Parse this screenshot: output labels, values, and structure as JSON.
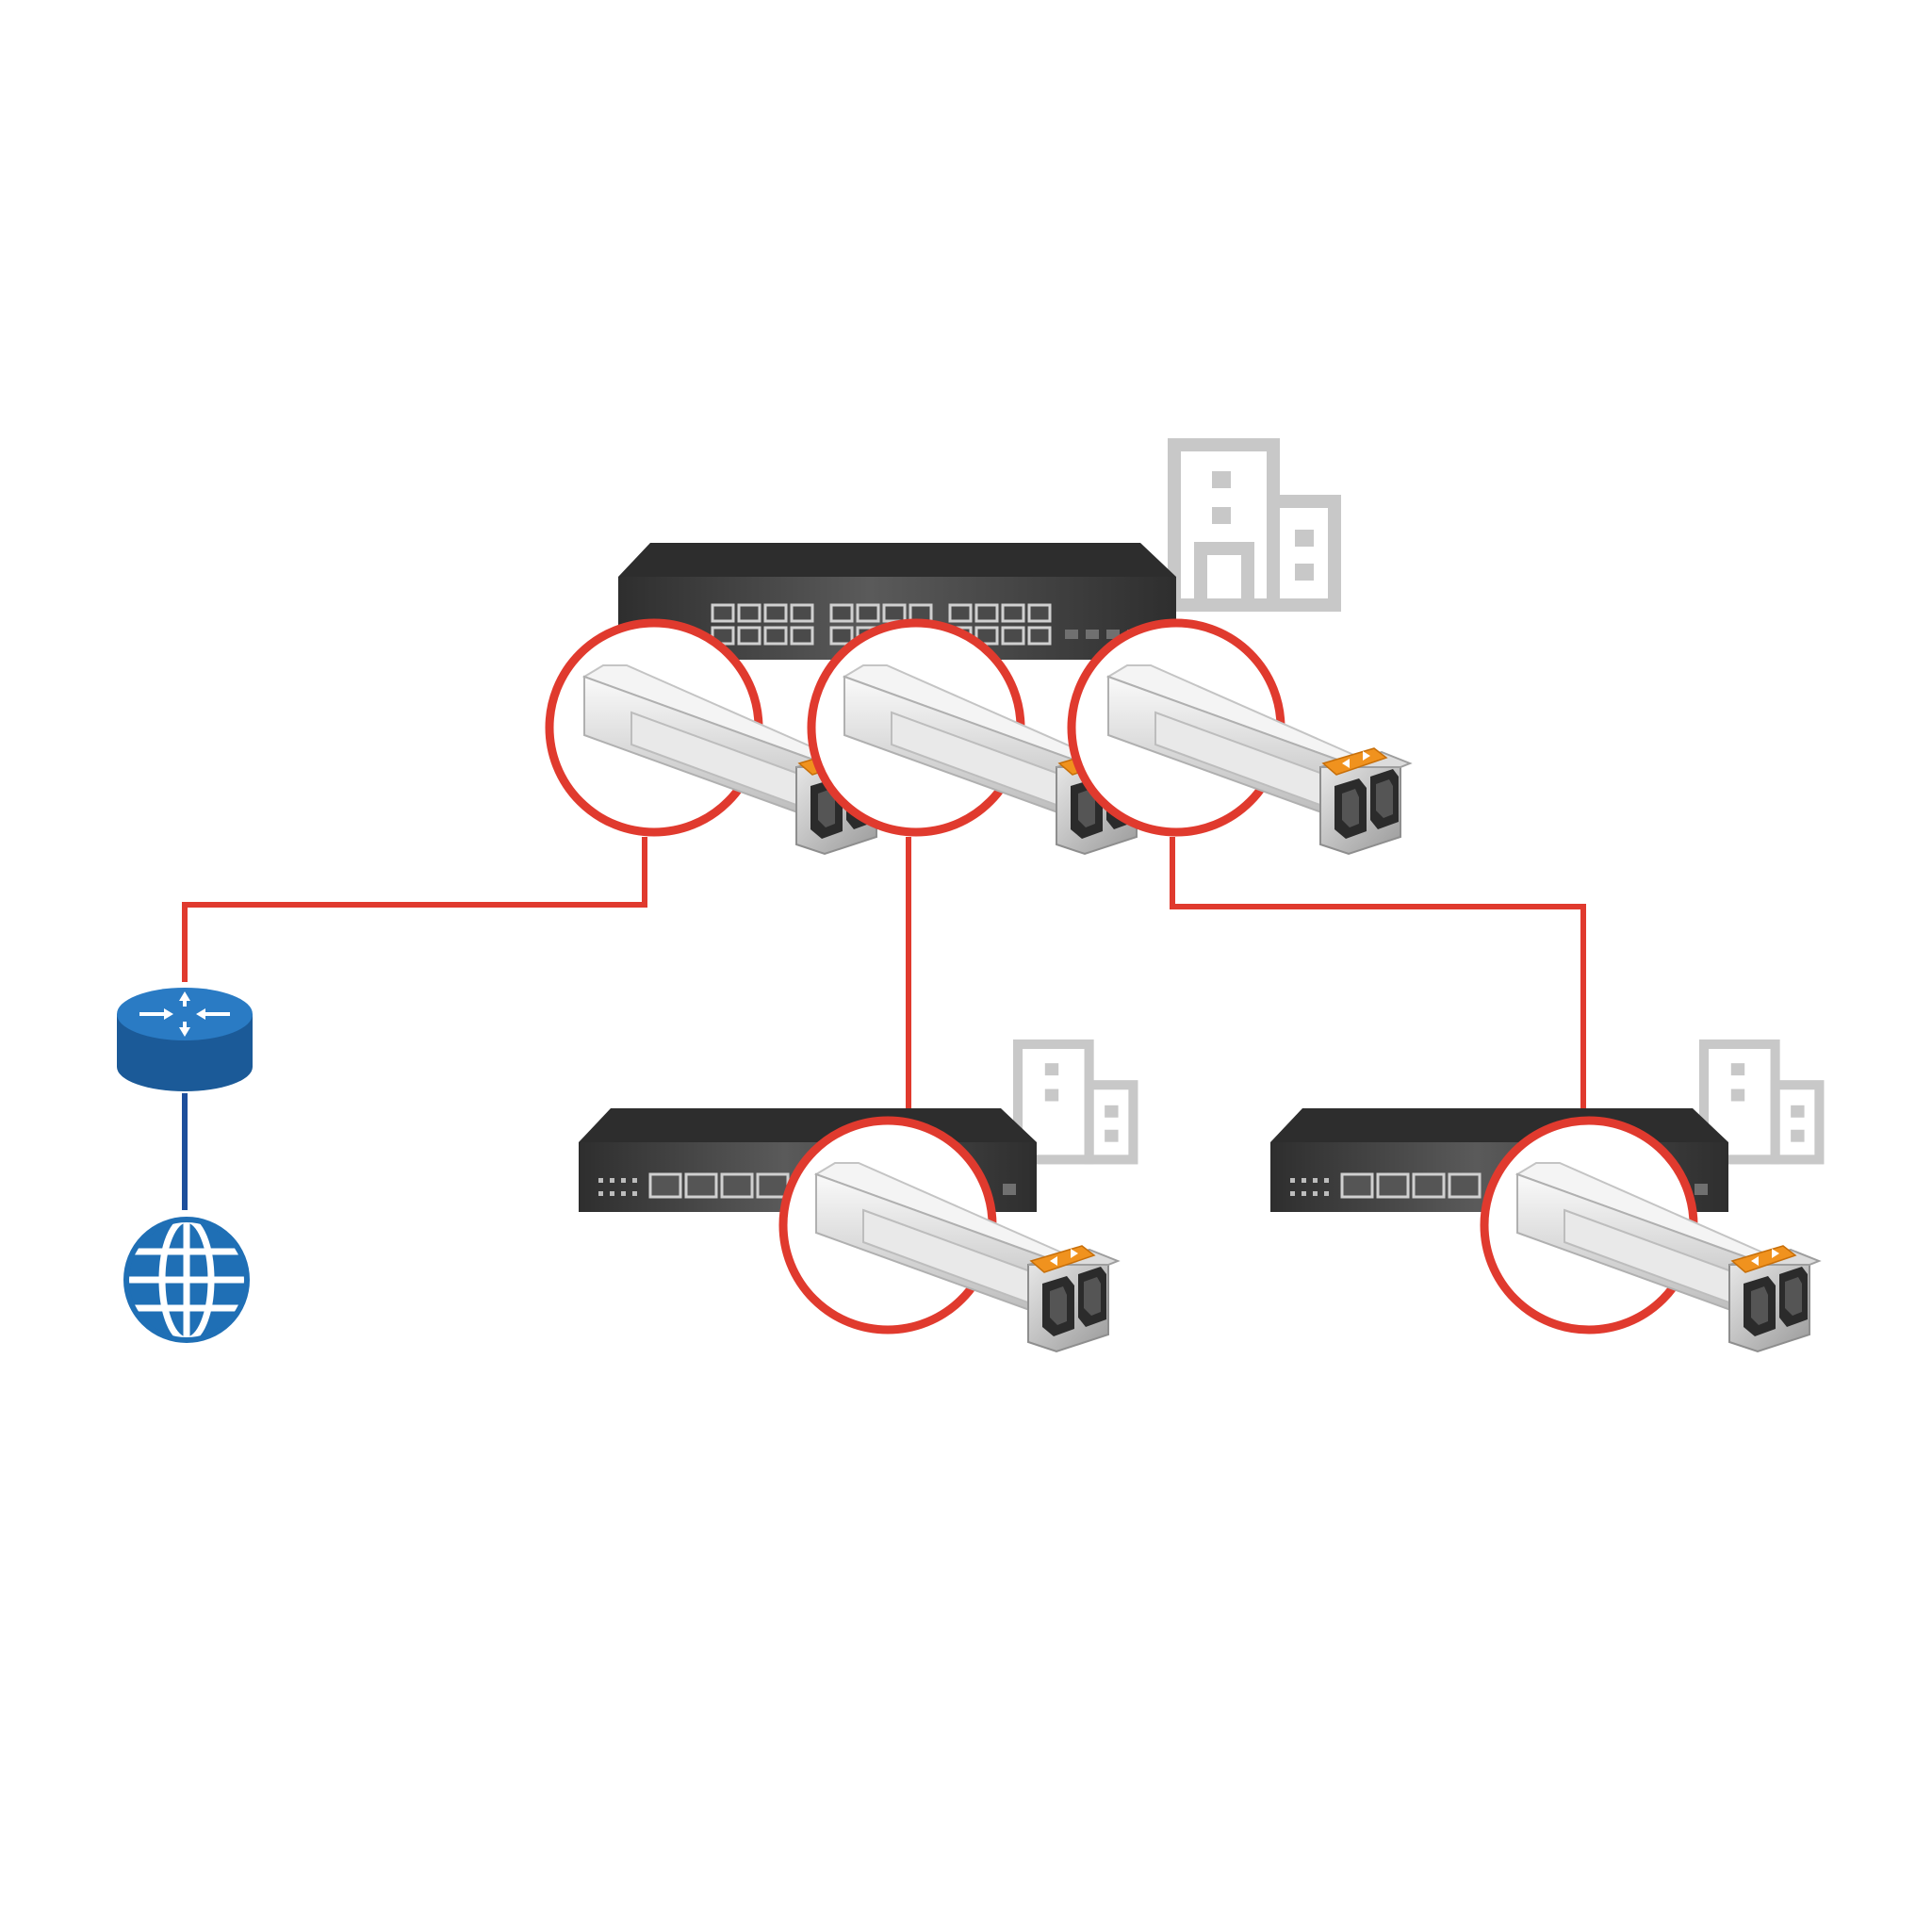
{
  "diagram": {
    "colors": {
      "link": "#e03a2e",
      "wan_link": "#1d4f9c",
      "switch_body": "#3a3a3a",
      "building": "#c8c8c8",
      "sfp_latch": "#f0921e",
      "router": "#1f6fb5",
      "globe": "#1f6fb5"
    },
    "nodes": [
      {
        "id": "core-switch",
        "icon": "core-switch-icon"
      },
      {
        "id": "access-switch-left",
        "icon": "access-switch-icon"
      },
      {
        "id": "access-switch-right",
        "icon": "access-switch-icon"
      },
      {
        "id": "router",
        "icon": "router-icon"
      },
      {
        "id": "internet",
        "icon": "globe-icon"
      },
      {
        "id": "building-main",
        "icon": "building-icon"
      },
      {
        "id": "building-left",
        "icon": "building-icon"
      },
      {
        "id": "building-right",
        "icon": "building-icon"
      }
    ],
    "sfp_modules": [
      {
        "id": "sfp-core-1",
        "icon": "sfp-module-icon"
      },
      {
        "id": "sfp-core-2",
        "icon": "sfp-module-icon"
      },
      {
        "id": "sfp-core-3",
        "icon": "sfp-module-icon"
      },
      {
        "id": "sfp-access-left",
        "icon": "sfp-module-icon"
      },
      {
        "id": "sfp-access-right",
        "icon": "sfp-module-icon"
      }
    ],
    "links": [
      {
        "from": "sfp-core-1",
        "to": "router",
        "type": "fiber"
      },
      {
        "from": "sfp-core-2",
        "to": "sfp-access-left",
        "type": "fiber"
      },
      {
        "from": "sfp-core-3",
        "to": "sfp-access-right",
        "type": "fiber"
      },
      {
        "from": "router",
        "to": "internet",
        "type": "wan"
      }
    ]
  }
}
